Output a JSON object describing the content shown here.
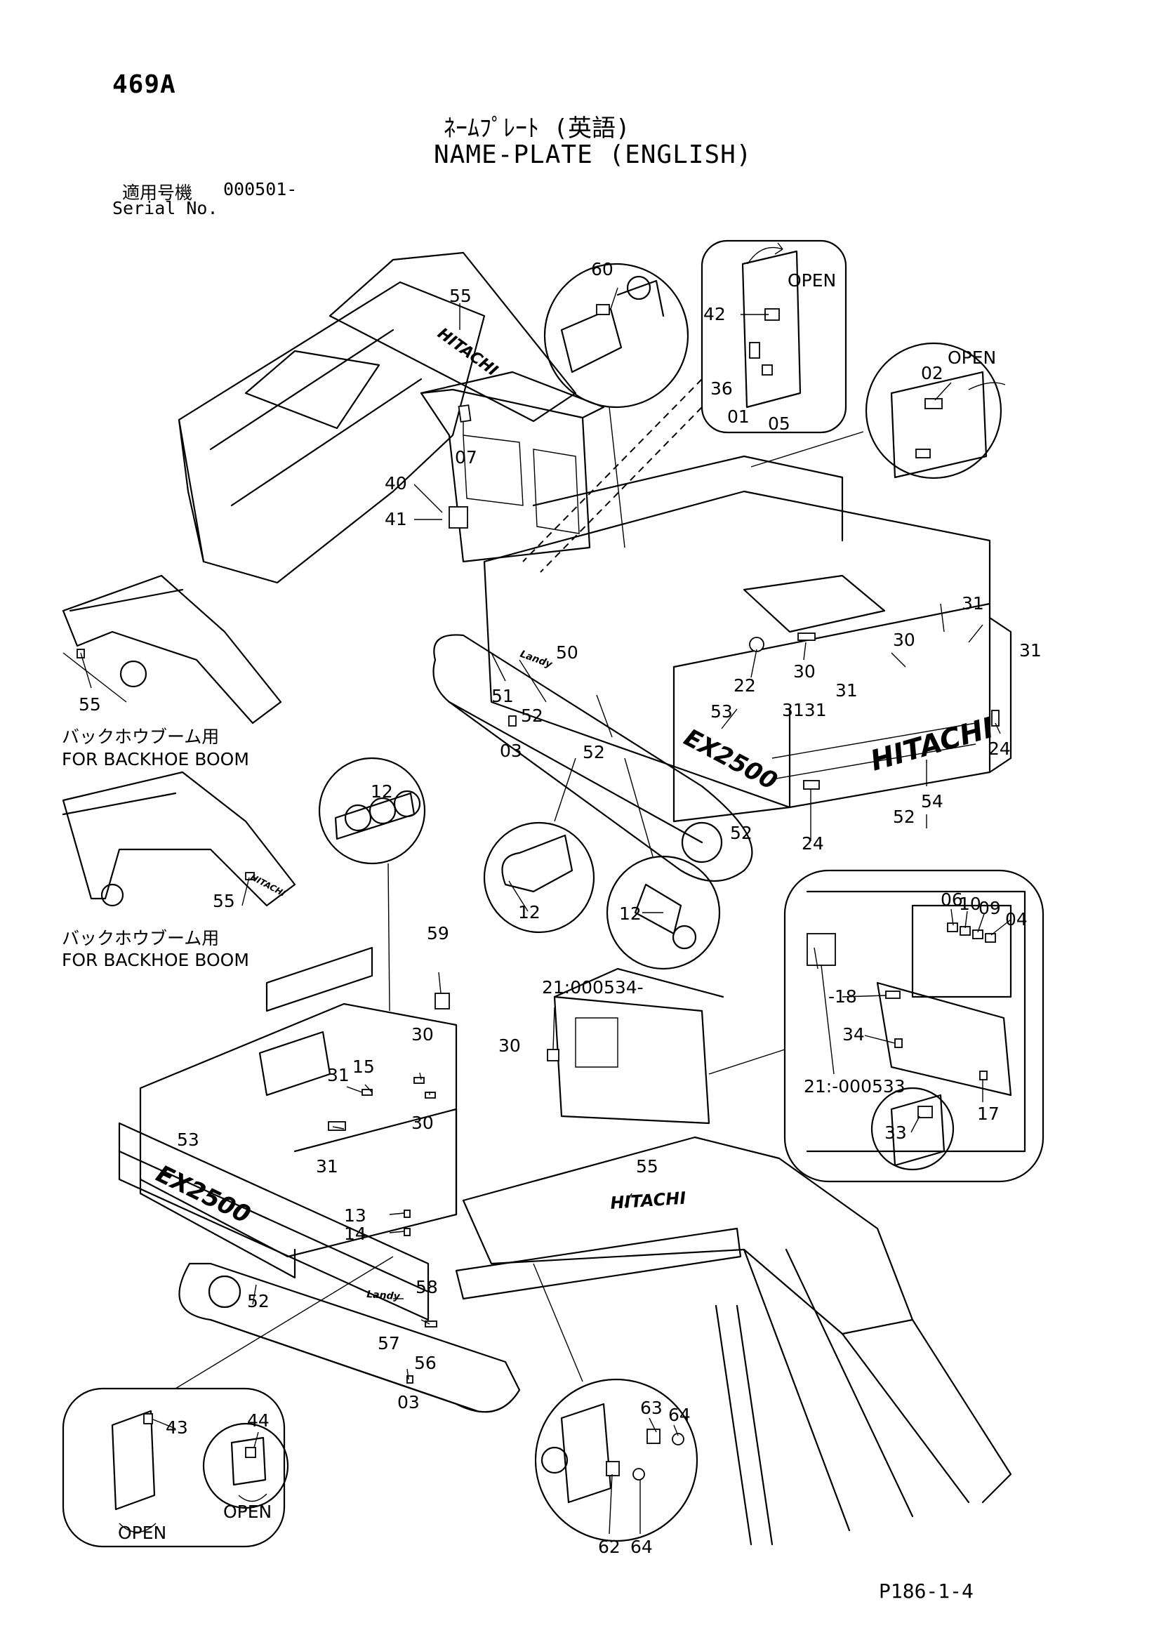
{
  "header": {
    "page_number": "469A",
    "title_ja": "ﾈｰﾑﾌﾟﾚｰﾄ (英語)",
    "title_en": "NAME-PLATE (ENGLISH)",
    "serial_label_ja": "適用号機",
    "serial_value": "000501-",
    "serial_label_en": "Serial No."
  },
  "footer": {
    "code": "P186-1-4"
  },
  "notes": {
    "backhoe_ja": "バックホウブーム用",
    "backhoe_en": "FOR BACKHOE BOOM",
    "open": "OPEN",
    "serial_from": "21:000534-",
    "serial_to": "21:-000533"
  },
  "brand_marks": {
    "hitachi": "HITACHI",
    "model": "EX2500",
    "landy": "Landy"
  },
  "callouts": {
    "c01": "01",
    "c02": "02",
    "c03": "03",
    "c04": "04",
    "c05": "05",
    "c06": "06",
    "c07": "07",
    "c09": "09",
    "c10": "10",
    "c12": "12",
    "c13": "13",
    "c14": "14",
    "c15": "15",
    "c17": "17",
    "c18": "-18",
    "c22": "22",
    "c24": "24",
    "c30": "30",
    "c31": "31",
    "c3131": "3131",
    "c33": "33",
    "c34": "34",
    "c36": "36",
    "c40": "40",
    "c41": "41",
    "c42": "42",
    "c43": "43",
    "c44": "44",
    "c50": "50",
    "c51": "51",
    "c52": "52",
    "c53": "53",
    "c54": "54",
    "c55": "55",
    "c56": "56",
    "c57": "57",
    "c58": "58",
    "c59": "59",
    "c60": "60",
    "c62": "62",
    "c63": "63",
    "c64": "64"
  }
}
